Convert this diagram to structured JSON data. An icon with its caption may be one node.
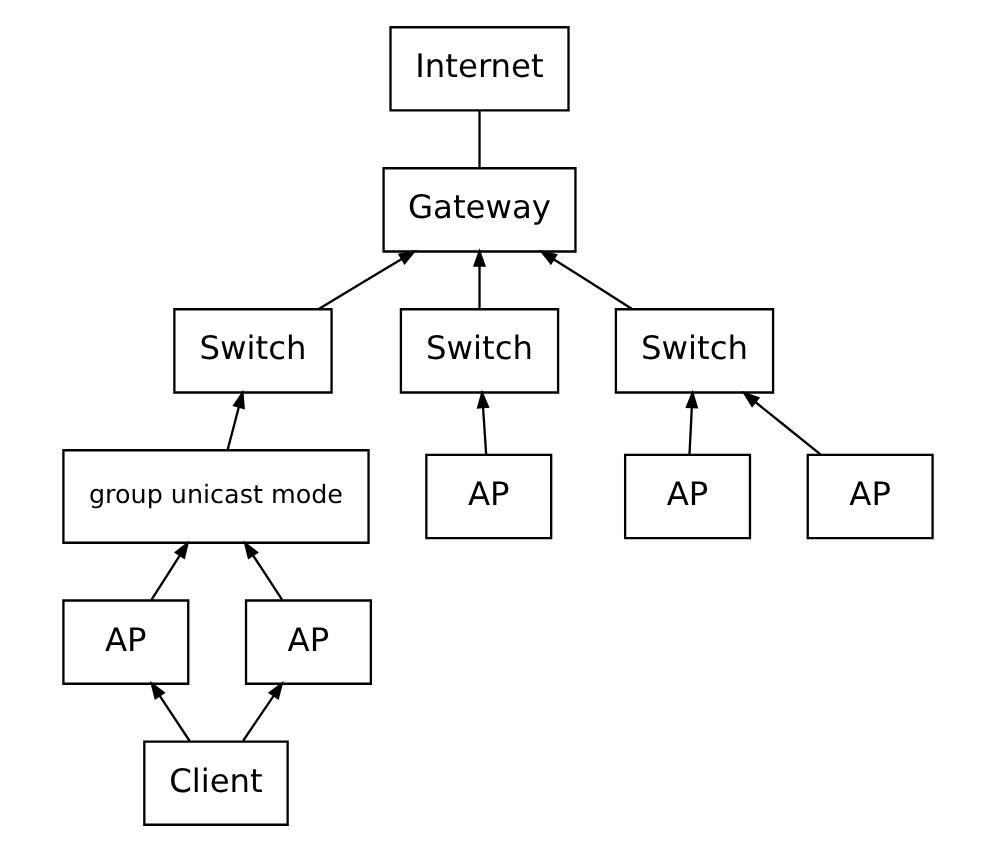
{
  "diagram": {
    "nodes": [
      {
        "text": [
          "Internet"
        ]
      },
      {
        "text": [
          "Gateway"
        ]
      },
      {
        "text": [
          "Switch"
        ]
      },
      {
        "text": [
          "Switch"
        ]
      },
      {
        "text": [
          "Switch"
        ]
      },
      {
        "text": [
          "group unicast mode"
        ]
      },
      {
        "text": [
          "AP"
        ]
      },
      {
        "text": [
          "AP"
        ]
      },
      {
        "text": [
          "AP"
        ]
      },
      {
        "text": [
          "AP"
        ]
      },
      {
        "text": [
          "AP"
        ]
      },
      {
        "text": [
          "Client"
        ]
      }
    ],
    "edges": [
      {
        "from": 1,
        "to": 0,
        "arrow": "none"
      },
      {
        "from": 2,
        "to": 1,
        "arrow": "to"
      },
      {
        "from": 3,
        "to": 1,
        "arrow": "to"
      },
      {
        "from": 4,
        "to": 1,
        "arrow": "to"
      },
      {
        "from": 5,
        "to": 2,
        "arrow": "to"
      },
      {
        "from": 6,
        "to": 3,
        "arrow": "to"
      },
      {
        "from": 7,
        "to": 4,
        "arrow": "to"
      },
      {
        "from": 8,
        "to": 4,
        "arrow": "to"
      },
      {
        "from": 9,
        "to": 5,
        "arrow": "to"
      },
      {
        "from": 10,
        "to": 5,
        "arrow": "to"
      },
      {
        "from": 11,
        "to": 9,
        "arrow": "to"
      },
      {
        "from": 11,
        "to": 10,
        "arrow": "to"
      }
    ]
  }
}
